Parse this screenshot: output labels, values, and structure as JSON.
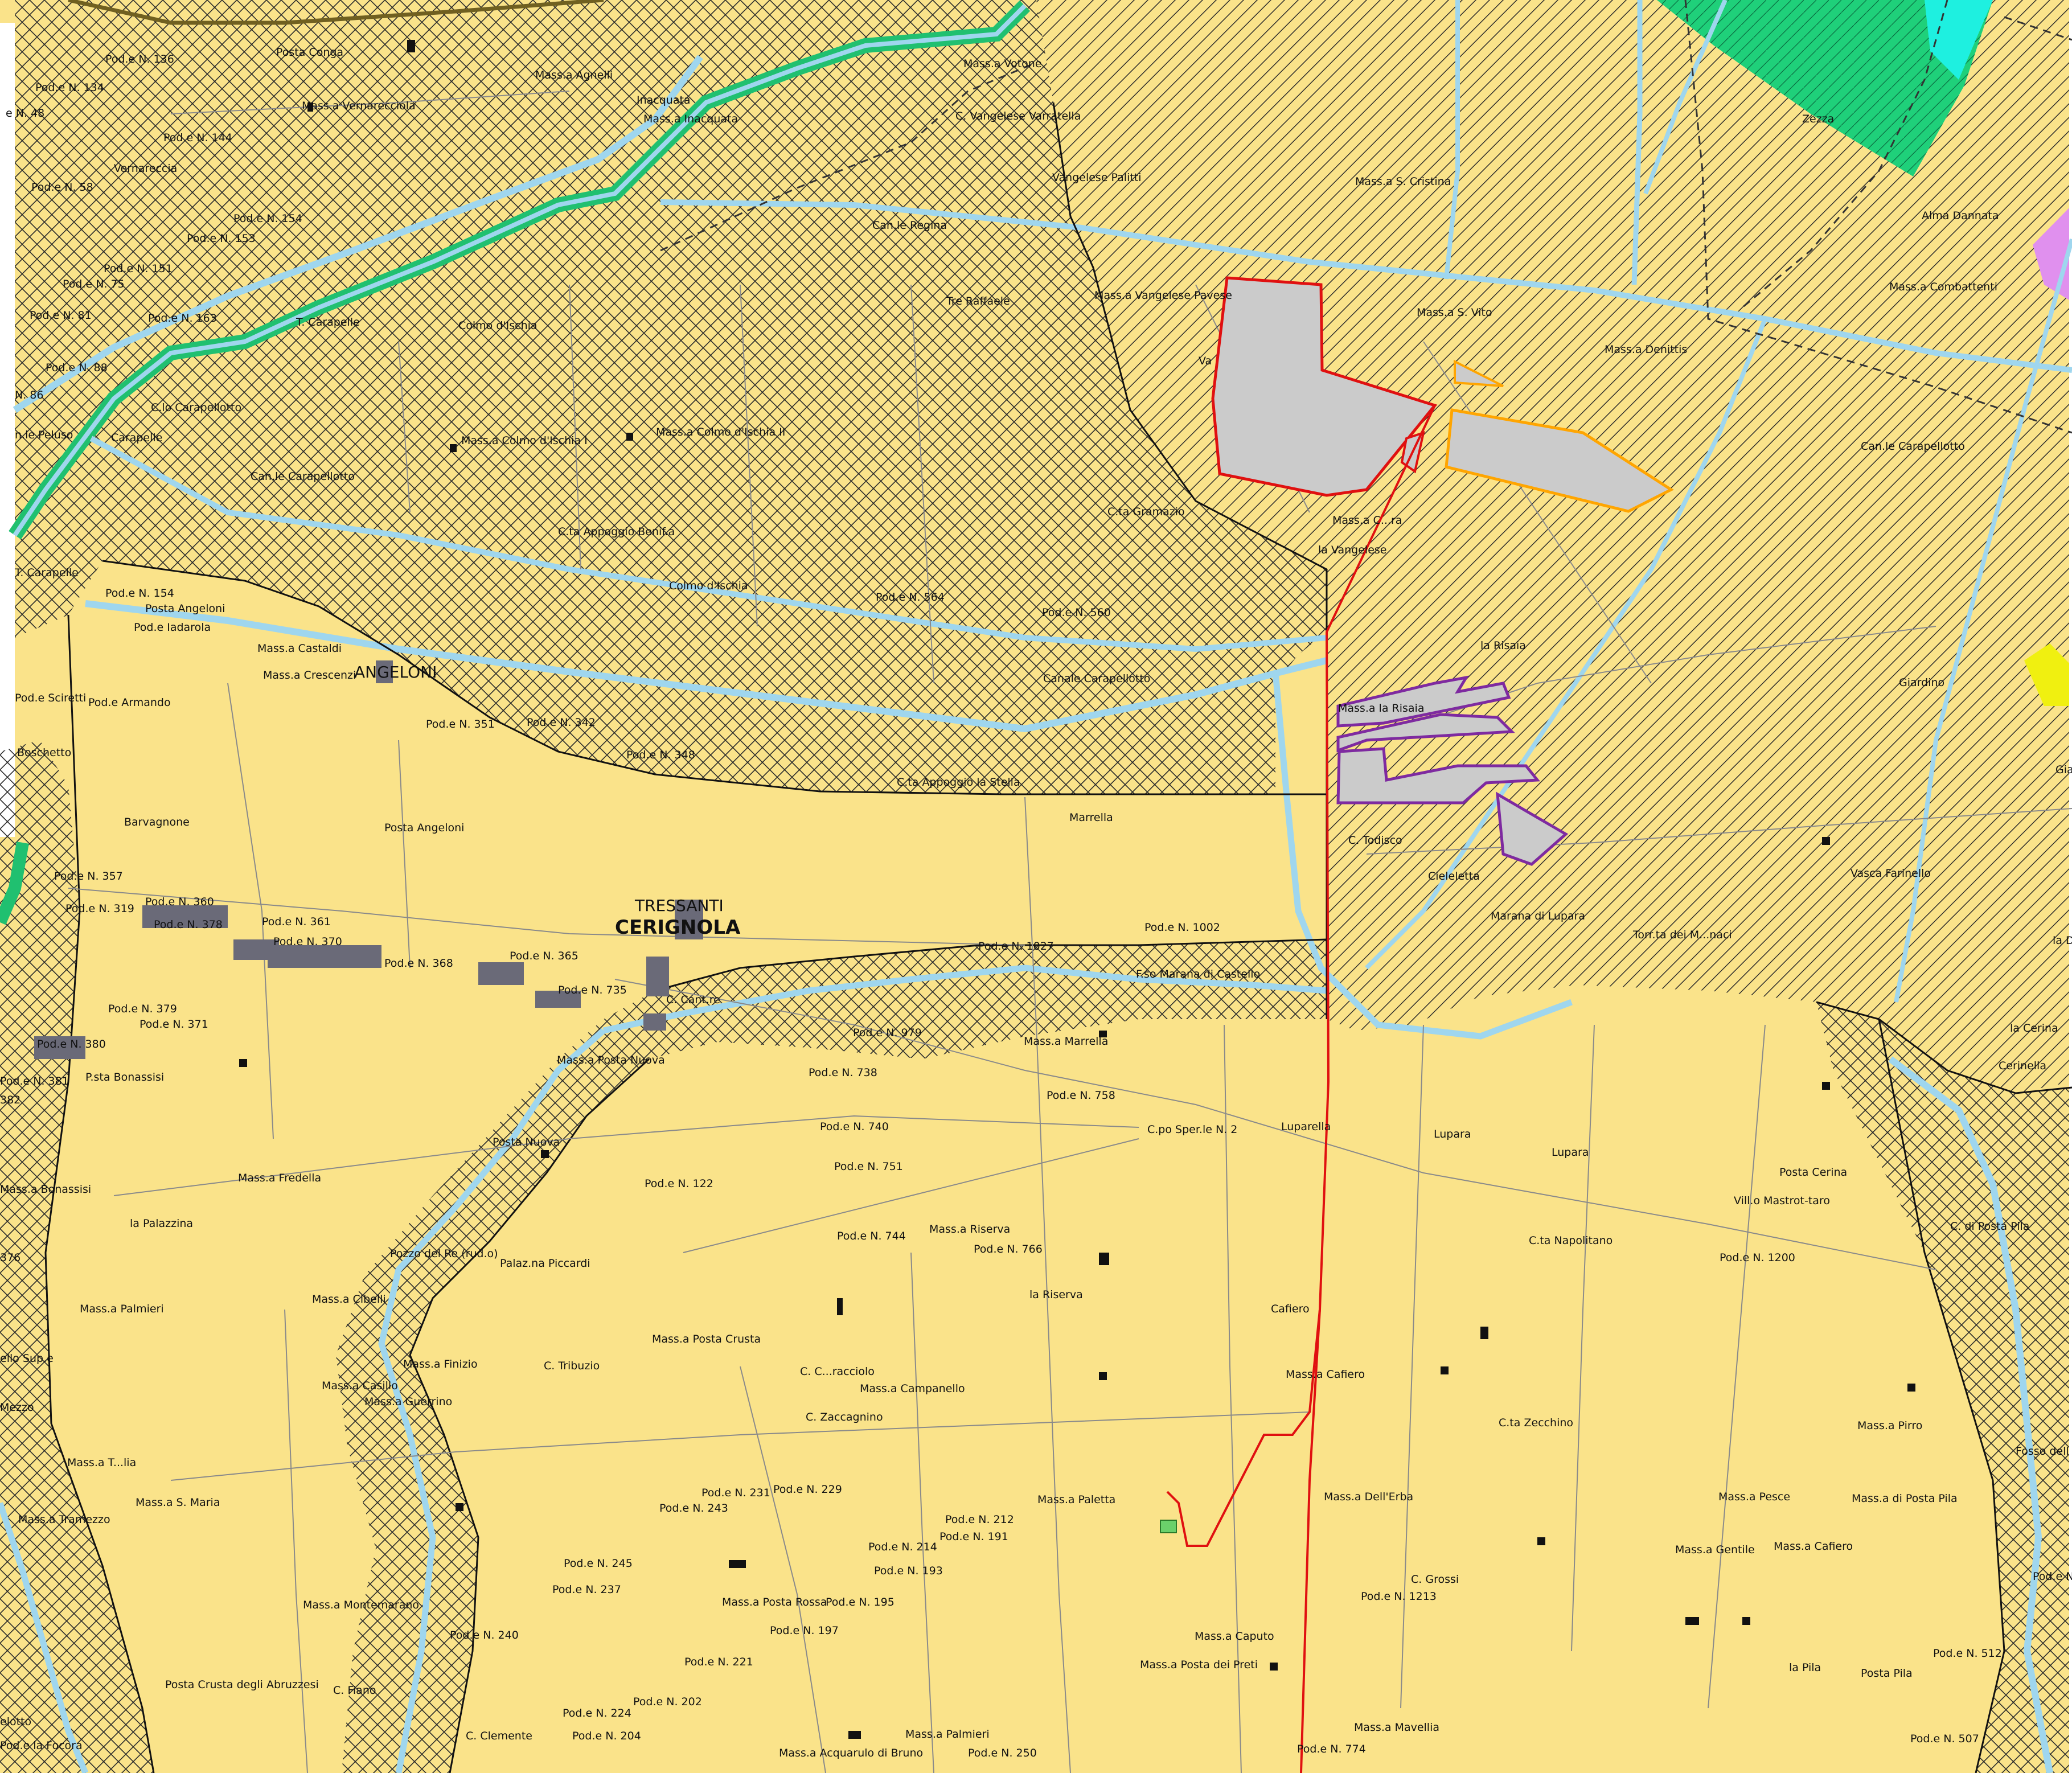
{
  "colors": {
    "base": "#fae38a",
    "water": "#9fd6ee",
    "river": "#3aa0d8",
    "green_band": "#20c070",
    "green_area": "#1fd07a",
    "cyan_area": "#1ef0e0",
    "grey_area": "#cbcbcb",
    "red_outline": "#e01010",
    "orange_outline": "#ffa500",
    "purple_outline": "#7e2aa0",
    "magenta_area": "#e090ee",
    "yellow_area": "#f0f010",
    "ink": "#111111"
  },
  "labels": {
    "city": "CERIGNOLA",
    "tressanti": "TRESSANTI",
    "angeloni": "ANGELONI",
    "posta_conga": "Posta Conga",
    "pod136": "Pod.e N. 136",
    "pod134": "Pod.e N. 134",
    "n48": "e N. 48",
    "mass_agnelli": "Mass.a Agnelli",
    "inacquata": "Inacquata",
    "mass_inacquata": "Mass.a Inacquata",
    "mass_vernarecciola": "Mass.a Vernarecciola",
    "pod144": "Pod.e N. 144",
    "vernareccia": "Vernareccia",
    "pod58": "Pod.e N. 58",
    "pod154a": "Pod.e N. 154",
    "pod153": "Pod.e N. 153",
    "pod151": "Pod.e N. 151",
    "pod75": "Pod.e N. 75",
    "pod81": "Pod.e N. 81",
    "pod163": "Pod.e N. 163",
    "pod88": "Pod.e N. 88",
    "n86": "N. 86",
    "t_carapelle1": "T. Carapelle",
    "colmo_ischia1": "Colmo d'Ischia",
    "c_carapellotto": "C.lo Carapellotto",
    "peluso": "n.le Peluso",
    "carapelle2": "Carapelle",
    "mass_colmo_ii": "Mass.a Colmo d'Ischia II",
    "mass_colmo_i": "Mass.a Colmo d'Ischia I",
    "can_carapellotto": "Can.le Carapellotto",
    "ct_appoggio_benif": "C.ta Appoggio Benif.a",
    "carapelle3": "T. Carapelle",
    "colmo_ischia2": "Colmo d'Ischia",
    "pod154b": "Pod.e N. 154",
    "posta_angeloni1": "Posta Angeloni",
    "pod_iadarola": "Pod.e Iadarola",
    "mass_castaldi": "Mass.a Castaldi",
    "mass_crescenzi": "Mass.a Crescenzi",
    "pod_sciretti": "Pod.e Sciretti",
    "pod_armando": "Pod.e Armando",
    "pod351": "Pod.e N. 351",
    "pod342": "Pod.e N. 342",
    "pod348": "Pod.e N. 348",
    "boschetto": "Boschetto",
    "barvagnone": "Barvagnone",
    "posta_angeloni2": "Posta Angeloni",
    "pod357": "Pod.e N. 357",
    "pod360": "Pod.e N. 360",
    "pod319": "Pod.e N. 319",
    "pod378": "Pod.e N. 378",
    "pod361": "Pod.e N. 361",
    "pod370": "Pod.e N. 370",
    "pod368": "Pod.e N. 368",
    "pod365": "Pod.e N. 365",
    "pod735": "Pod.e N. 735",
    "c_cantatore": "C. Cant.re",
    "pod379": "Pod.e N. 379",
    "pod371": "Pod.e N. 371",
    "pod380": "Pod.e N. 380",
    "pod381": "Pod.e N. 381",
    "n382": "382",
    "posta_bonassisi": "P.sta Bonassisi",
    "mass_posta_nuova": "Mass.a Posta Nuova",
    "posta_nuova": "Posta Nuova",
    "mass_bonassisi": "Mass.a Bonassisi",
    "mass_fredella": "Mass.a Fredella",
    "palazzina": "la Palazzina",
    "n376": "376",
    "pozzo_re": "Pozzo del Re (rud.o)",
    "palazna_piccardi": "Palaz.na Piccardi",
    "mass_palmieri1": "Mass.a Palmieri",
    "mass_cibelli": "Mass.a Cibelli",
    "mass_finizio": "Mass.a Finizio",
    "c_tribuzio": "C. Tribuzio",
    "mass_posta_crusta": "Mass.a Posta Crusta",
    "ello_sup": "ello Sup.e",
    "mass_casillo": "Mass.a Casillo",
    "mass_guerrino": "Mass.a Guerrino",
    "mezzo": "Mezzo",
    "mass_tulia": "Mass.a T...lia",
    "mass_smaria": "Mass.a S. Maria",
    "mass_tramezzo": "Mass.a Tramezzo",
    "pod122": "Pod.e N. 122",
    "pod751": "Pod.e N. 751",
    "pod740": "Pod.e N. 740",
    "pod738": "Pod.e N. 738",
    "pod744": "Pod.e N. 744",
    "mass_riserva": "Mass.a Riserva",
    "pod766": "Pod.e N. 766",
    "la_riserva": "la Riserva",
    "c_cacciolo": "C. C...racciolo",
    "mass_campanello": "Mass.a Campanello",
    "c_zaccagnino": "C. Zaccagnino",
    "pod231": "Pod.e N. 231",
    "pod229": "Pod.e N. 229",
    "pod243": "Pod.e N. 243",
    "pod212": "Pod.e N. 212",
    "pod191": "Pod.e N. 191",
    "pod214": "Pod.e N. 214",
    "pod193": "Pod.e N. 193",
    "pod245": "Pod.e N. 245",
    "pod237": "Pod.e N. 237",
    "mass_posta_rossa": "Mass.a Posta Rossa",
    "pod195": "Pod.e N. 195",
    "mass_montemarano": "Mass.a Montemarano",
    "pod240": "Pod.e N. 240",
    "pod197": "Pod.e N. 197",
    "pod221": "Pod.e N. 221",
    "posta_crusta_abruzzesi": "Posta Crusta degli Abruzzesi",
    "c_fiano": "C. Fiano",
    "pod202": "Pod.e N. 202",
    "pod224": "Pod.e N. 224",
    "pod204": "Pod.e N. 204",
    "c_clemente": "C. Clemente",
    "mass_palmieri2": "Mass.a Palmieri",
    "mass_acquarulo": "Mass.a Acquarulo di Bruno",
    "pod250": "Pod.e N. 250",
    "pod_fucora": "Pod.e la Focora",
    "elotto": "elotto",
    "mass_paletta": "Mass.a Paletta",
    "mass_dellerba": "Mass.a Dell'Erba",
    "mass_caputo": "Mass.a Caputo",
    "mass_posta_preti": "Mass.a Posta dei Preti",
    "c_grossi": "C. Grossi",
    "pod1213": "Pod.e N. 1213",
    "mass_mavellia": "Mass.a Mavellia",
    "pod774": "Pod.e N. 774",
    "cafiero": "Cafiero",
    "mass_cafiero1": "Mass.a Cafiero",
    "cta_zecchino": "C.ta Zecchino",
    "mass_pirro": "Mass.a Pirro",
    "mass_pesce": "Mass.a Pesce",
    "mass_posta_pila": "Mass.a di Posta Pila",
    "mass_gentile": "Mass.a Gentile",
    "mass_cafiero2": "Mass.a Cafiero",
    "la_pila": "la Pila",
    "posta_pila": "Posta Pila",
    "pod512": "Pod.e N. 512",
    "pod507": "Pod.e N. 507",
    "fosso": "Fosso dell",
    "c_posta_pila": "C. di Posta Pila",
    "pod1200": "Pod.e N. 1200",
    "cta_napolitano": "C.ta Napolitano",
    "posta_cerina": "Posta Cerina",
    "villo_mastrottaro": "Vill.o Mastrot-taro",
    "lupara1": "Lupara",
    "lupara2": "Lupara",
    "luparella": "Luparella",
    "cpo_sper": "C.po Sper.le N. 2",
    "pod758": "Pod.e N. 758",
    "mass_marrella": "Mass.a Marrella",
    "pod979": "Pod.e N. 979",
    "fso_marana": "F.so Marana di Castello",
    "pod1027": "Pod.e N. 1027",
    "pod1002": "Pod.e N. 1002",
    "marrella": "Marrella",
    "cta_appoggio_stella": "C.ta Appoggio la Stella",
    "canale_carapellotto": "Canale Carapellotto",
    "pod564": "Pod.e N. 564",
    "pod560": "Pod.e N. 560",
    "cta_gramazio": "C.ta Gramazio",
    "mass_cra": "Mass.a C...ra",
    "la_vangelese": "la Vangelese",
    "tre_raffaele": "Tre Raffaele",
    "mass_vangelese_pavese": "Mass.a Vangelese Pavese",
    "va": "Va",
    "can_regina": "Can.le Regina",
    "vangelese_palitti": "Vangelese Palitti",
    "c_vangelese_varratella": "C. Vangelese Varratella",
    "mass_votone": "Mass.a Votone",
    "mass_scristina": "Mass.a S. Cristina",
    "mass_svito": "Mass.a S. Vito",
    "mass_denittis": "Mass.a Denittis",
    "zezza": "Zezza",
    "alma_dannata": "Alma Dannata",
    "mass_combattenti": "Mass.a Combattenti",
    "can_carapellotto2": "Can.le Carapellotto",
    "la_risaia": "la Risaia",
    "mass_la_risaia": "Mass.a la Risaia",
    "c_todisco": "C. Todisco",
    "cieleletta": "Cieleletta",
    "marana_lupara": "Marana di Lupara",
    "torrta_monaci": "Torr.ta dei M...naci",
    "vasca_farinello": "Vasca Farinello",
    "giardino": "Giardino",
    "gia": "Gia",
    "la_d": "la D",
    "la_cerina": "la Cerina",
    "cerinella": "Cerinella",
    "pod_ld": "Pod.e N."
  }
}
